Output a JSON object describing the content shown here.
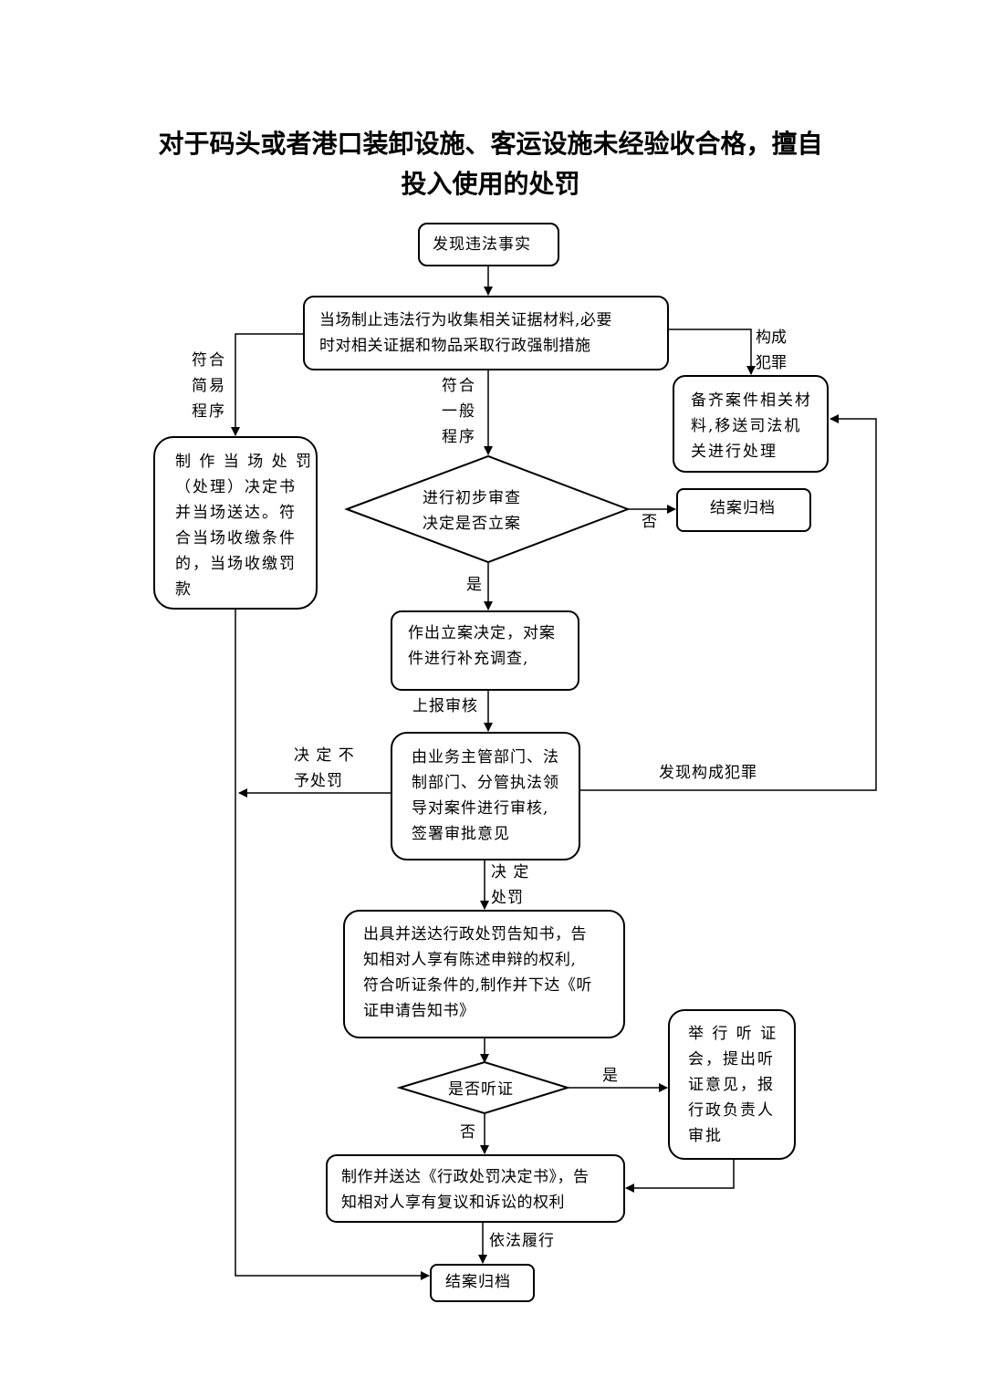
{
  "title_line1": "对于码头或者港口装卸设施、客运设施未经验收合格，擅自",
  "title_line2": "投入使用的处罚",
  "nodes": {
    "discover": "发现违法事实",
    "stop": "当场制止违法行为收集相关证据材料,必要\n时对相关证据和物品采取行政强制措施",
    "judicial": "备齐案件相关材\n料,移送司法机\n关进行处理",
    "onsite": "制 作 当 场 处 罚\n（处理）决定书\n并当场送达。符\n合当场收缴条件\n的，当场收缴罚\n款",
    "review": "进行初步审查\n决定是否立案",
    "close1": "结案归档",
    "file": "作出立案决定，对案\n件进行补充调查,",
    "audit": "由业务主管部门、法\n制部门、分管执法领\n导对案件进行审核,\n签署审批意见",
    "notice": "出具并送达行政处罚告知书，告\n知相对人享有陈述申辩的权利,\n符合听证条件的,制作并下达《听\n证申请告知书》",
    "hearing_q": "是否听证",
    "hearing": "举 行 听 证\n会，提出听\n证意见，报\n行政负责人\n审批",
    "decision": "制作并送达《行政处罚决定书》，告\n知相对人享有复议和诉讼的权利",
    "close2": "结案归档"
  },
  "labels": {
    "crime": "构成\n犯罪",
    "simple": "符合\n简易\n程序",
    "general": "符合\n一般\n程序",
    "no1": "否",
    "yes1": "是",
    "report": "上报审核",
    "no_penalty": "决 定 不\n予处罚",
    "found_crime": "发现构成犯罪",
    "penalty": "决 定\n处罚",
    "yes2": "是",
    "no2": "否",
    "comply": "依法履行"
  }
}
